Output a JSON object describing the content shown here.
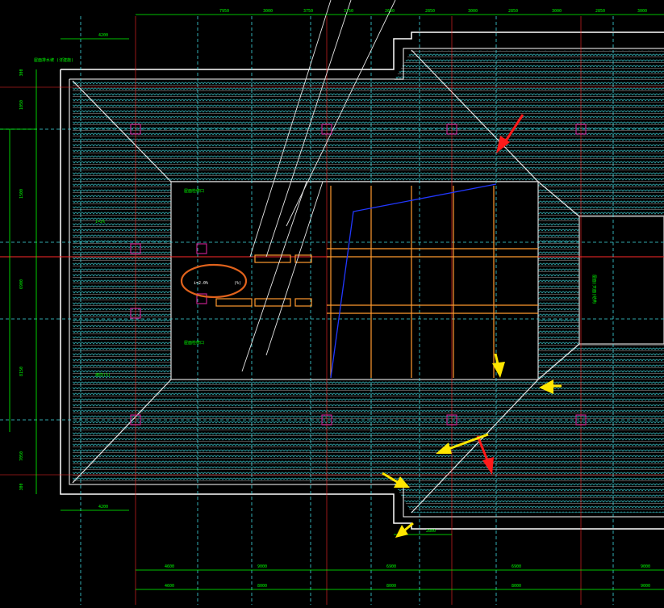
{
  "drawing": {
    "background": "#000000",
    "colors": {
      "dimension": "#00ff00",
      "grid_axis": "#ff2a2a",
      "outline": "#ffffff",
      "tile_cyan": "#3fd9e0",
      "tile_white": "#d8d8d8",
      "beam_orange": "#ff9a2e",
      "diag_blue": "#2238ff",
      "marker_magenta": "#c0208a",
      "annot_yellow": "#ffe600",
      "annot_red": "#ff1a1a",
      "highlight_orange": "#e0621c"
    },
    "top_dims": [
      "7950",
      "3000",
      "3750",
      "3750",
      "2650",
      "2850",
      "3000",
      "2850",
      "3000",
      "2850",
      "3000"
    ],
    "left_dims": [
      "300",
      "1050",
      "1500",
      "6900",
      "8150",
      "7050",
      "300"
    ],
    "bottom_dims_row1": [
      "4600",
      "9000",
      "6900",
      "6900",
      "9000"
    ],
    "bottom_dims_row2": [
      "4600",
      "8000",
      "8000",
      "8000",
      "9000"
    ],
    "corner_dims": [
      "4200",
      "4200",
      "2800"
    ],
    "small_labels": {
      "top_left_note": "屋面排水坡\n(详建施)",
      "slope_a": "i=2%",
      "slope_b": "坡向(%)",
      "circled_label": "i=2.0%",
      "circled_suffix": "(%)",
      "inner_label_1": "屋面检修口",
      "inner_label_2": "屋面检修口",
      "right_label": "屋面(天面)结构"
    }
  }
}
